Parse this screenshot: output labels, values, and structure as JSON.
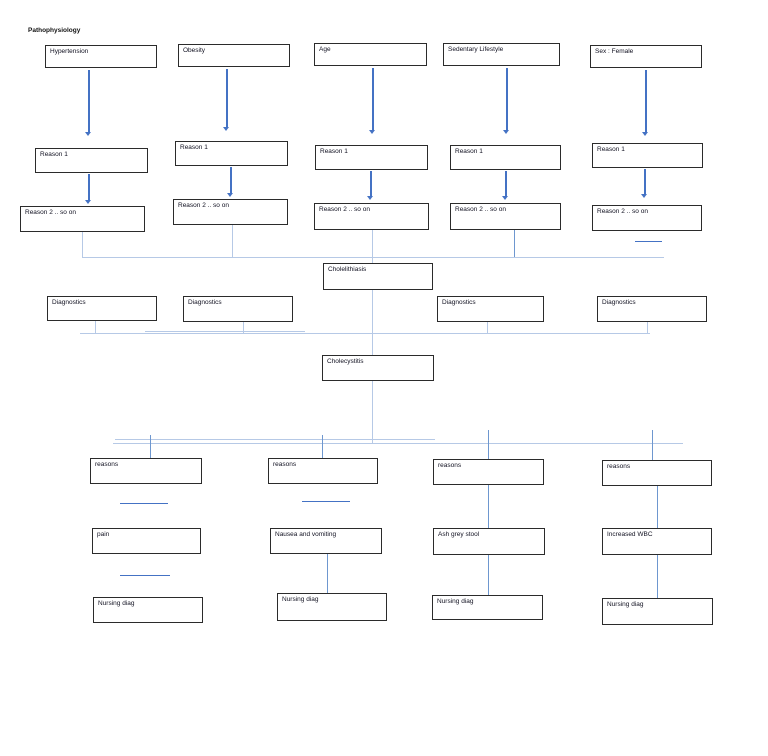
{
  "title": "Pathophysiology",
  "colors": {
    "arrow_blue": "#4472C4",
    "connector_light_blue": "#B6C9E6",
    "connector_medium_blue": "#6E97CF",
    "box_border": "#2B2B2B",
    "page_background": "#FFFFFF"
  },
  "risk_factor_columns": [
    {
      "factor": "Hypertension",
      "reason1": "Reason 1",
      "reason2": "Reason 2 .. so on"
    },
    {
      "factor": "Obesity",
      "reason1": "Reason 1",
      "reason2": "Reason 2 .. so on"
    },
    {
      "factor": "Age",
      "reason1": "Reason 1",
      "reason2": "Reason 2 .. so on"
    },
    {
      "factor": "Sedentary Lifestyle",
      "reason1": "Reason 1",
      "reason2": "Reason 2 .. so on"
    },
    {
      "factor": "Sex : Female",
      "reason1": "Reason 1",
      "reason2": "Reason 2 .. so on"
    }
  ],
  "central": {
    "primary": "Cholelithiasis",
    "secondary": "Cholecystitis"
  },
  "diagnostics": [
    "Diagnostics",
    "Diagnostics",
    "Diagnostics",
    "Diagnostics"
  ],
  "manifestation_columns": [
    {
      "reasons": "reasons",
      "symptom": "pain",
      "nursing": "Nursing diag"
    },
    {
      "reasons": "reasons",
      "symptom": "Nausea and vomiting",
      "nursing": "Nursing diag"
    },
    {
      "reasons": "reasons",
      "symptom": "Ash grey stool",
      "nursing": "Nursing diag"
    },
    {
      "reasons": "reasons",
      "symptom": "Increased WBC",
      "nursing": "Nursing diag"
    }
  ]
}
